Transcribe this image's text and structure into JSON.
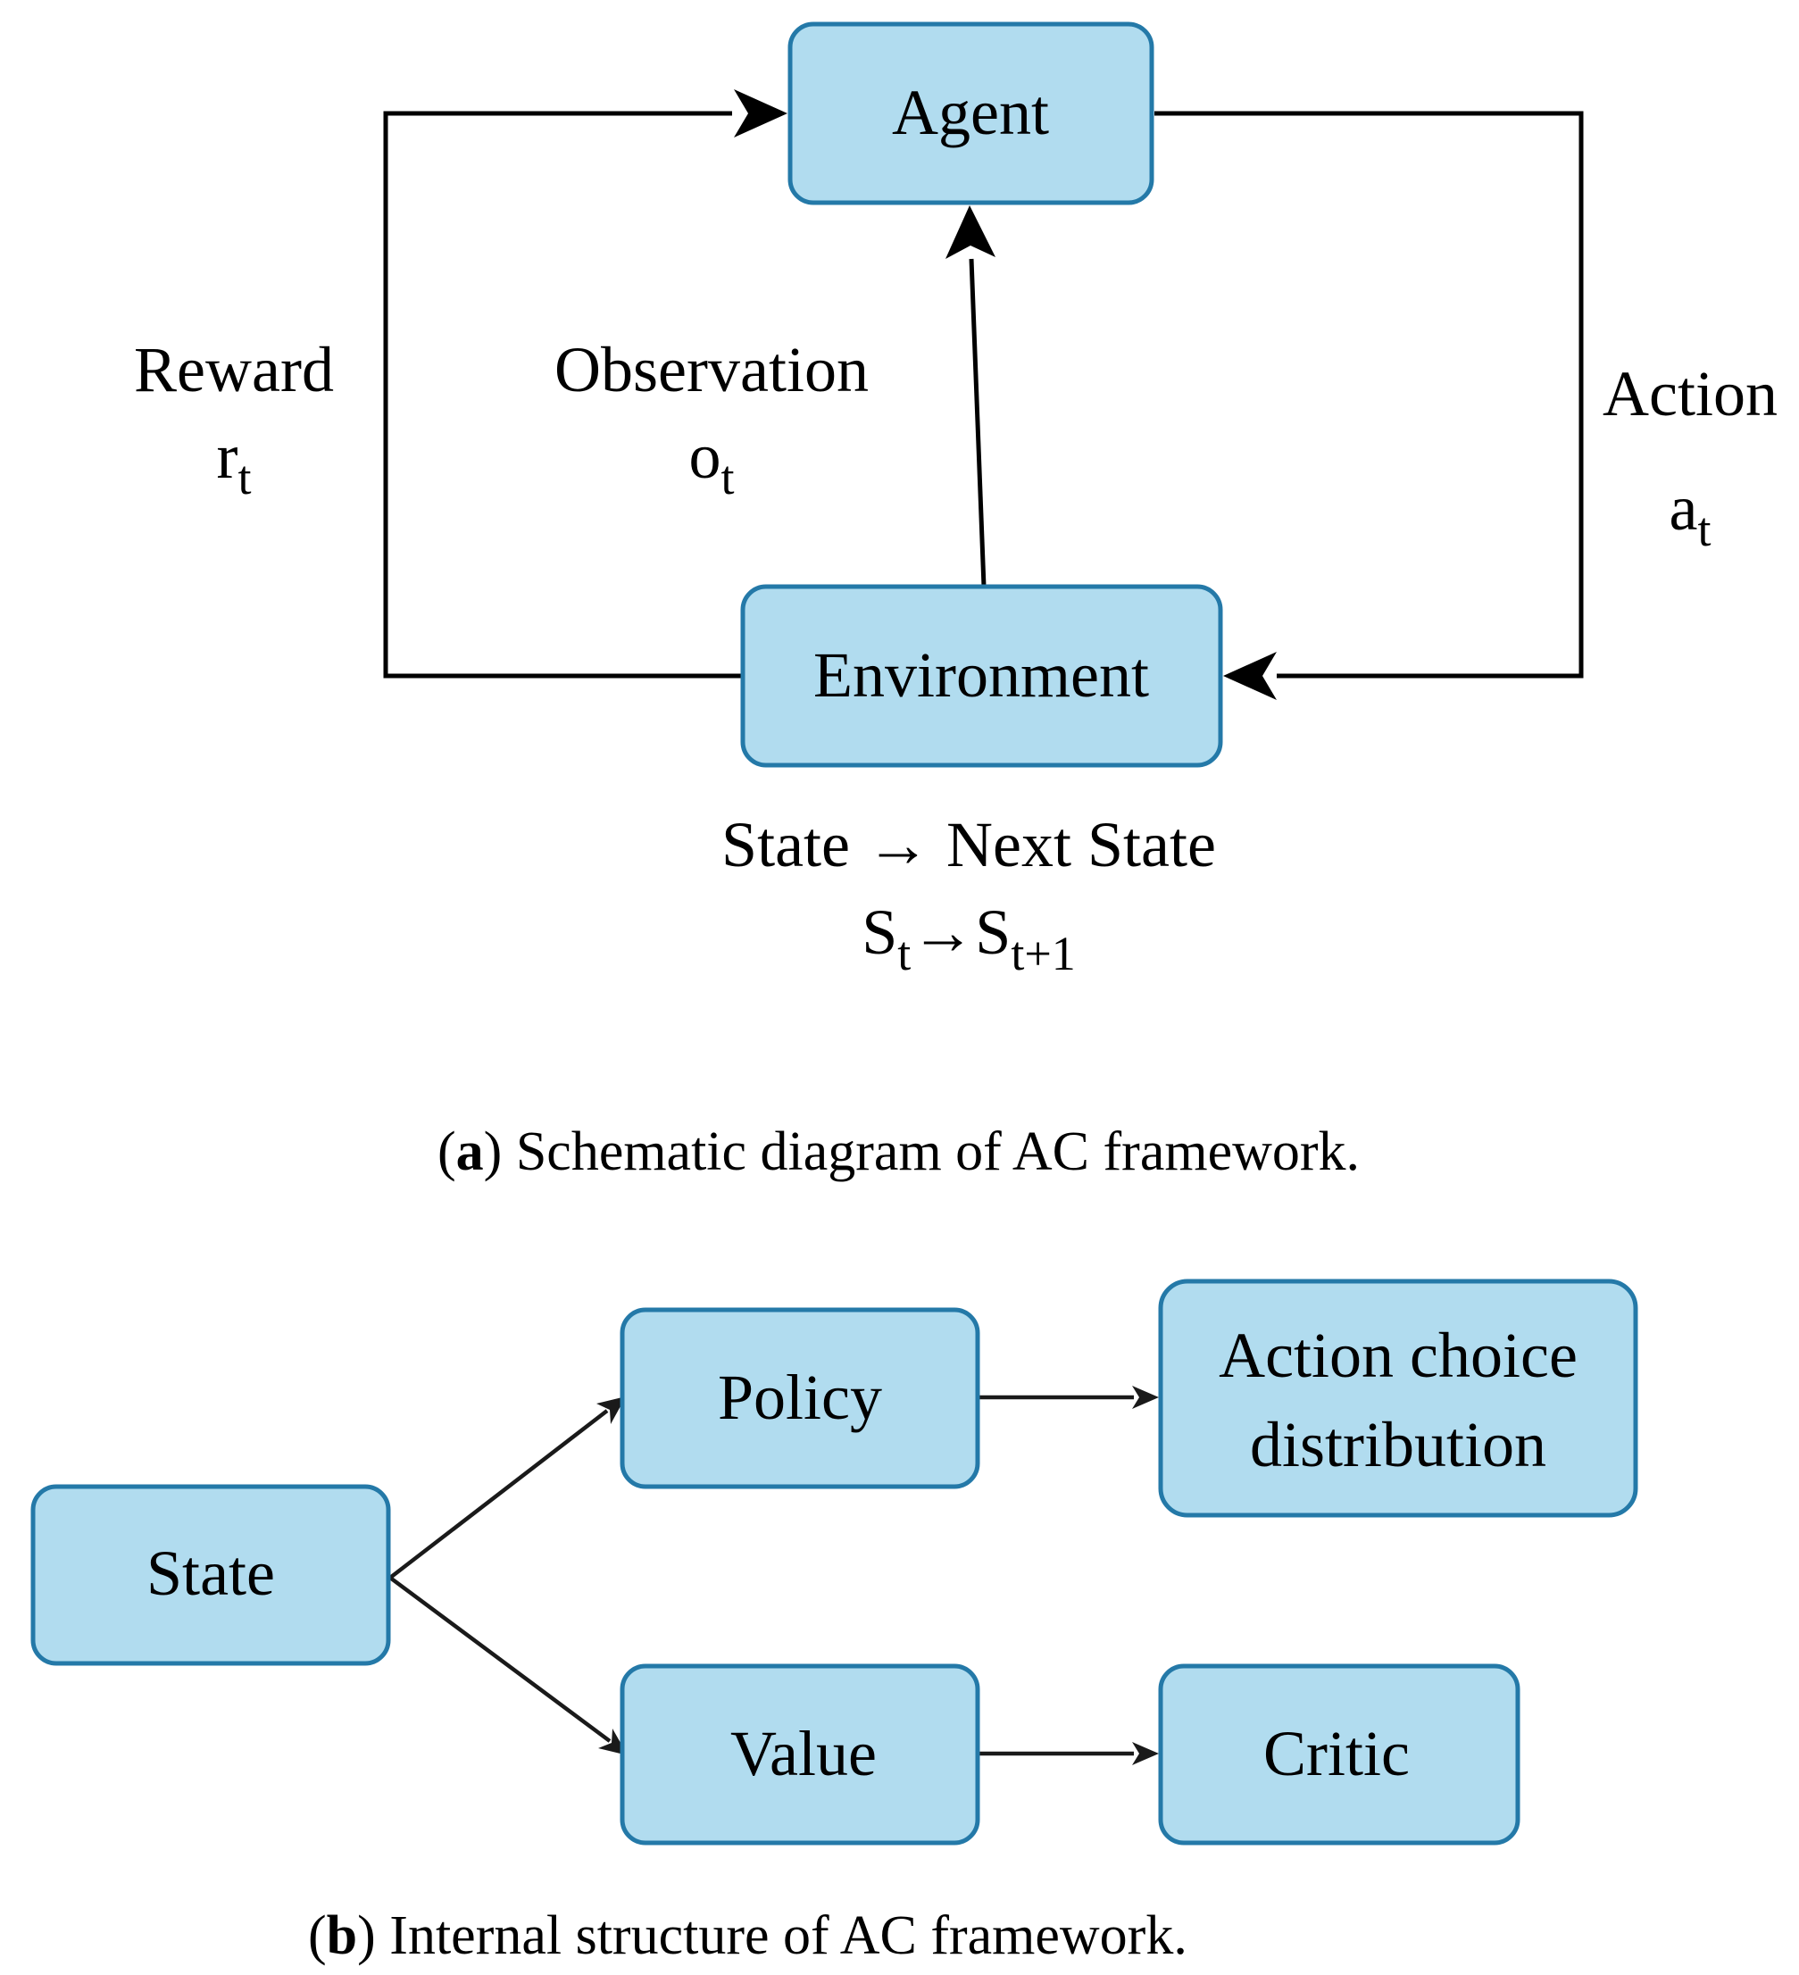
{
  "panel_a": {
    "nodes": {
      "agent": "Agent",
      "environment": "Environment"
    },
    "edges": {
      "reward": {
        "label": "Reward",
        "symbol": "r",
        "subscript": "t"
      },
      "observation": {
        "label": "Observation",
        "symbol": "o",
        "subscript": "t"
      },
      "action": {
        "label": "Action",
        "symbol": "a",
        "subscript": "t"
      }
    },
    "state_transition": {
      "line1": "State → Next State",
      "from_symbol": "S",
      "from_subscript": "t",
      "arrow": "→",
      "to_symbol": "S",
      "to_subscript": "t+1"
    },
    "caption": {
      "tag": "a",
      "text": "Schematic diagram of AC framework."
    }
  },
  "panel_b": {
    "nodes": {
      "state": "State",
      "policy": "Policy",
      "action_choice_line1": "Action choice",
      "action_choice_line2": "distribution",
      "value": "Value",
      "critic": "Critic"
    },
    "caption": {
      "tag": "b",
      "text": "Internal structure of AC framework."
    }
  },
  "colors": {
    "node_fill": "#b1dcef",
    "node_stroke": "#2479a8",
    "edge": "#000000"
  }
}
